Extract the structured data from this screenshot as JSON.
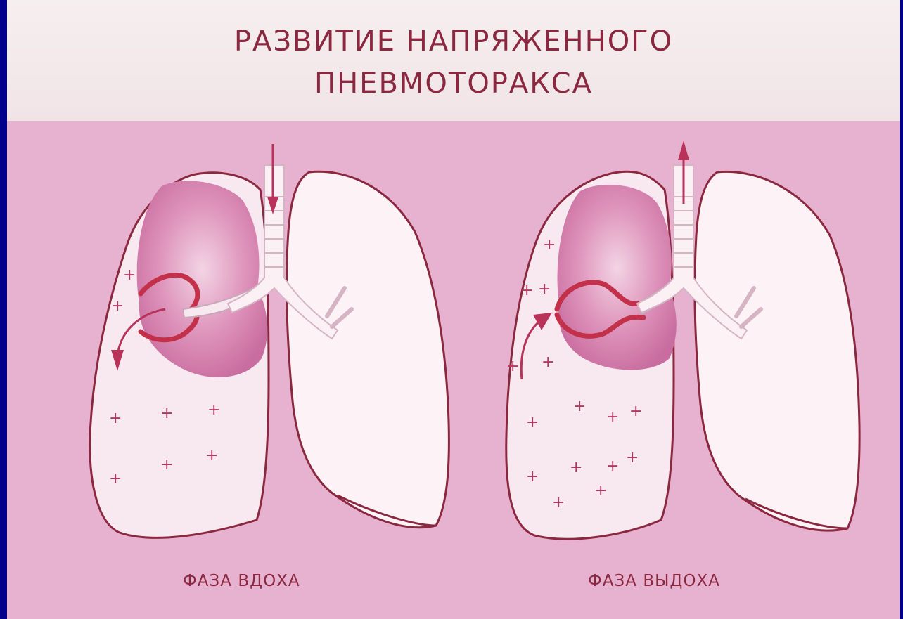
{
  "title": {
    "line1": "РАЗВИТИЕ НАПРЯЖЕННОГО",
    "line2": "ПНЕВМОТОРАКСА"
  },
  "panels": [
    {
      "caption": "ФАЗА ВДОХА",
      "airflow": "inward"
    },
    {
      "caption": "ФАЗА ВЫДОХА",
      "airflow": "outward"
    }
  ],
  "colors": {
    "border": "#00008c",
    "title_background": "#f5ecec",
    "panel_background": "#e7b2cf",
    "lung_outline": "#8b2840",
    "lung_fill": "#f8e9f0",
    "collapsed_lung": "#d889b4",
    "valve": "#c2304a",
    "text": "#8b2840"
  },
  "icons": [
    "inflow-arrow-icon",
    "outflow-arrow-icon",
    "pleural-air-arrow-icon",
    "plus-sign-icon"
  ]
}
